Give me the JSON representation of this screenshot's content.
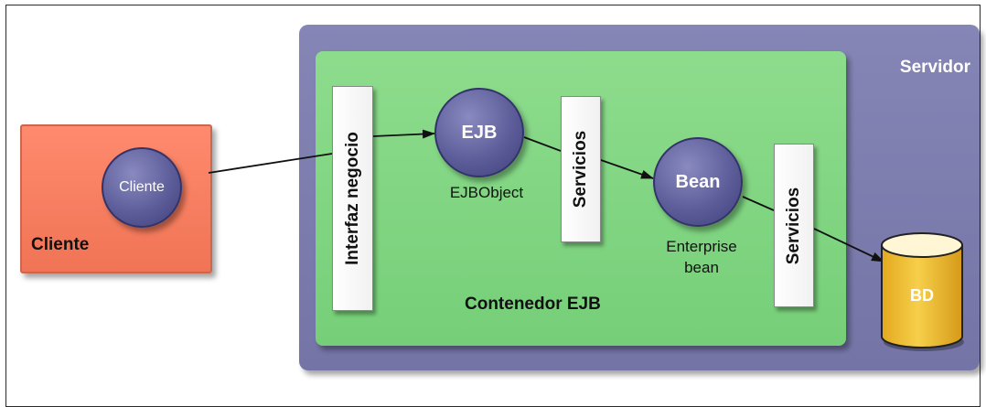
{
  "diagram": {
    "client_box_label": "Cliente",
    "client_circle_label": "Cliente",
    "server_label": "Servidor",
    "container_label": "Contenedor EJB",
    "interfaz_label": "Interfaz negocio",
    "ejb_circle_label": "EJB",
    "ejb_caption": "EJBObject",
    "servicios1_label": "Servicios",
    "bean_circle_label": "Bean",
    "bean_caption_line1": "Enterprise",
    "bean_caption_line2": "bean",
    "servicios2_label": "Servicios",
    "db_label": "BD"
  },
  "colors": {
    "client_box": "#f07455",
    "server_box": "#7474a6",
    "container_box": "#76cf78",
    "circle": "#5d5d9a",
    "db": "#f2c33a"
  }
}
